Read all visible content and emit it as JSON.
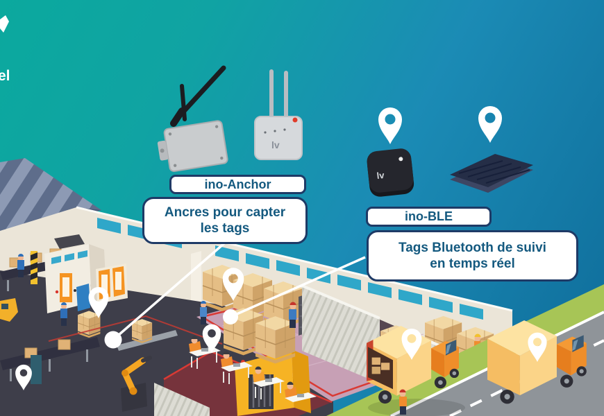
{
  "page": {
    "type": "marketing-infographic",
    "language": "fr",
    "theme": "industrial IoT real-time tracking"
  },
  "logo": {
    "partial_text": "el",
    "mark": "chevron-mark"
  },
  "sections": {
    "anchor": {
      "label": "ino-Anchor",
      "description": [
        "Ancres pour capter",
        "les tags"
      ],
      "devices": [
        "anchor-box-with-angled-antenna",
        "anchor-box-with-dual-antennas"
      ]
    },
    "ble": {
      "label": "ino-BLE",
      "description": [
        "Tags Bluetooth de suivi",
        "en temps réel"
      ],
      "devices": [
        "ble-square-tag",
        "ble-flat-solar-tag"
      ]
    }
  },
  "devices": {
    "logo_text": "lv"
  },
  "icons": {
    "map_pin": "map-pin-icon",
    "location_pin_count": 8
  },
  "scene": {
    "areas": [
      "factory-interior",
      "warehouse-storage",
      "loading-dock",
      "road-with-trucks"
    ],
    "truck_count": 2,
    "connector_lines": 2
  },
  "colors": {
    "background_teal": "#0BA99E",
    "background_blue": "#1B8BB5",
    "background_deep": "#0E6B99",
    "label_text": "#14597F",
    "label_border": "#1E3A66",
    "pin": "#FFFFFF",
    "grass": "#A7C556",
    "road": "#8F9499",
    "truck_orange": "#EF8E2A",
    "mauve_floor": "#C7A0B5",
    "factory_floor": "#3E3E4A",
    "maroon_floor": "#76333C",
    "wall_cream": "#EBE5D8",
    "window_blue": "#2FA7C9"
  }
}
